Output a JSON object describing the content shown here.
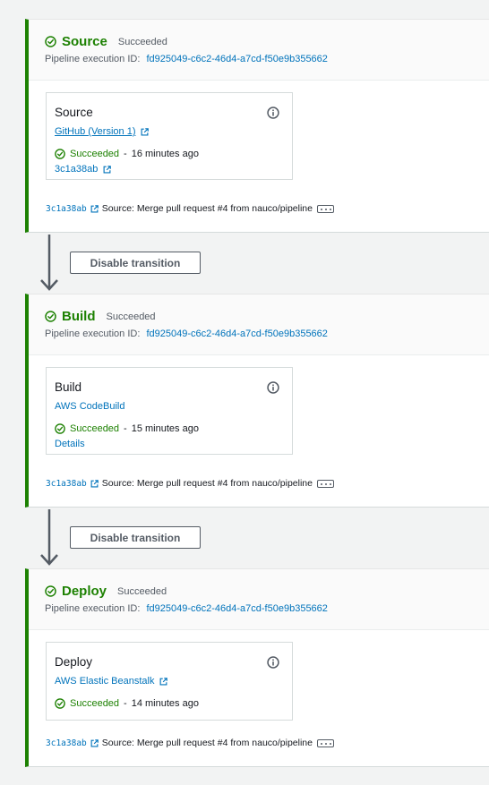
{
  "colors": {
    "success": "#1d8102",
    "link": "#0073bb",
    "muted": "#545b64"
  },
  "common": {
    "exec_label": "Pipeline execution ID:",
    "exec_id": "fd925049-c6c2-46d4-a7cd-f50e9b355662",
    "commit_id": "3c1a38ab",
    "commit_message": "Source: Merge pull request #4 from nauco/pipeline",
    "separator": "-"
  },
  "stages": [
    {
      "name": "Source",
      "status": "Succeeded",
      "action": {
        "name": "Source",
        "provider": "GitHub (Version 1)",
        "status": "Succeeded",
        "time_ago": "16 minutes ago",
        "link": "3c1a38ab"
      }
    },
    {
      "name": "Build",
      "status": "Succeeded",
      "action": {
        "name": "Build",
        "provider": "AWS CodeBuild",
        "status": "Succeeded",
        "time_ago": "15 minutes ago",
        "link": "Details"
      }
    },
    {
      "name": "Deploy",
      "status": "Succeeded",
      "action": {
        "name": "Deploy",
        "provider": "AWS Elastic Beanstalk",
        "status": "Succeeded",
        "time_ago": "14 minutes ago"
      }
    }
  ],
  "transitions": [
    {
      "button_label": "Disable transition"
    },
    {
      "button_label": "Disable transition"
    }
  ]
}
